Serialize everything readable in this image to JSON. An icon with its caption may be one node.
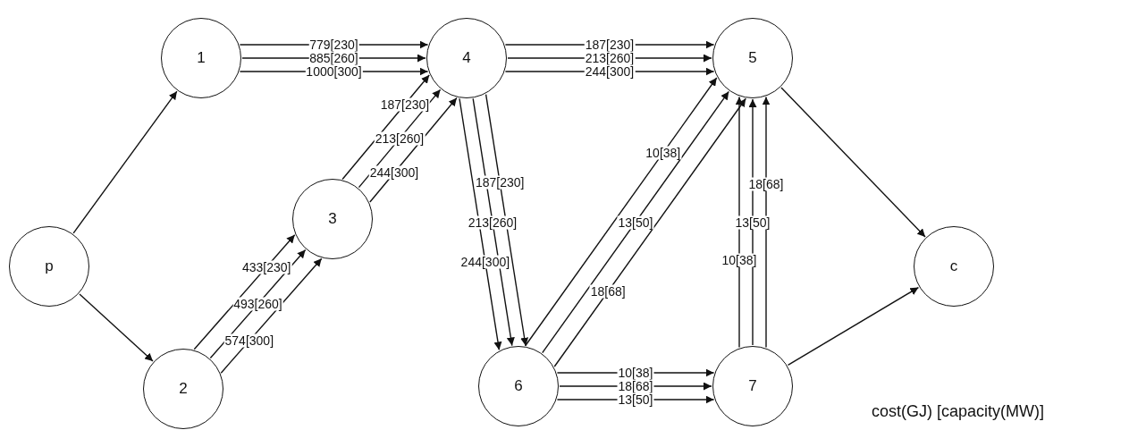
{
  "diagram": {
    "nodes": [
      {
        "text": [
          "1"
        ]
      },
      {
        "text": [
          "4"
        ]
      },
      {
        "text": [
          "5"
        ]
      },
      {
        "text": [
          "3"
        ]
      },
      {
        "text": [
          "p"
        ]
      },
      {
        "text": [
          "c"
        ]
      },
      {
        "text": [
          "2"
        ]
      },
      {
        "text": [
          "6"
        ]
      },
      {
        "text": [
          "7"
        ]
      }
    ],
    "edges": [
      {
        "from": 4,
        "to": 0,
        "arrow": "to"
      },
      {
        "from": 4,
        "to": 6,
        "arrow": "to"
      },
      {
        "from": 2,
        "to": 5,
        "arrow": "to"
      },
      {
        "from": 8,
        "to": 5,
        "arrow": "to"
      },
      {
        "from": 0,
        "to": 1,
        "arrow": "to",
        "label": "779[230]"
      },
      {
        "from": 0,
        "to": 1,
        "arrow": "to",
        "label": "885[260]"
      },
      {
        "from": 0,
        "to": 1,
        "arrow": "to",
        "label": "1000[300]"
      },
      {
        "from": 1,
        "to": 2,
        "arrow": "to",
        "label": "187[230]"
      },
      {
        "from": 1,
        "to": 2,
        "arrow": "to",
        "label": "213[260]"
      },
      {
        "from": 1,
        "to": 2,
        "arrow": "to",
        "label": "244[300]"
      },
      {
        "from": 3,
        "to": 1,
        "arrow": "to",
        "label": "187[230]"
      },
      {
        "from": 3,
        "to": 1,
        "arrow": "to",
        "label": "213[260]"
      },
      {
        "from": 3,
        "to": 1,
        "arrow": "to",
        "label": "244[300]"
      },
      {
        "from": 1,
        "to": 7,
        "arrow": "to",
        "label": "187[230]"
      },
      {
        "from": 1,
        "to": 7,
        "arrow": "to",
        "label": "213[260]"
      },
      {
        "from": 1,
        "to": 7,
        "arrow": "to",
        "label": "244[300]"
      },
      {
        "from": 7,
        "to": 2,
        "arrow": "to",
        "label": "10[38]"
      },
      {
        "from": 7,
        "to": 2,
        "arrow": "to",
        "label": "13[50]"
      },
      {
        "from": 7,
        "to": 2,
        "arrow": "to",
        "label": "18[68]"
      },
      {
        "from": 8,
        "to": 2,
        "arrow": "to",
        "label": "10[38]"
      },
      {
        "from": 8,
        "to": 2,
        "arrow": "to",
        "label": "13[50]"
      },
      {
        "from": 8,
        "to": 2,
        "arrow": "to",
        "label": "18[68]"
      },
      {
        "from": 6,
        "to": 3,
        "arrow": "to",
        "label": "433[230]"
      },
      {
        "from": 6,
        "to": 3,
        "arrow": "to",
        "label": "493[260]"
      },
      {
        "from": 6,
        "to": 3,
        "arrow": "to",
        "label": "574[300]"
      },
      {
        "from": 7,
        "to": 8,
        "arrow": "to",
        "label": "10[38]"
      },
      {
        "from": 7,
        "to": 8,
        "arrow": "to",
        "label": "18[68]"
      },
      {
        "from": 7,
        "to": 8,
        "arrow": "to",
        "label": "13[50]"
      }
    ],
    "labels": [
      "cost(GJ) [capacity(MW)]"
    ]
  }
}
